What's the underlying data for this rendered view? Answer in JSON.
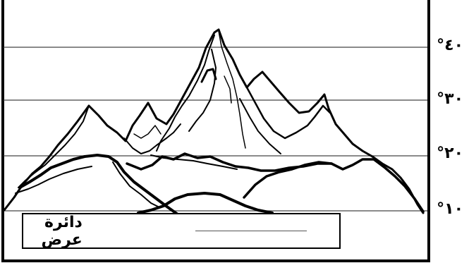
{
  "figure": {
    "label_text": "دائرة عرض",
    "y_labels": [
      {
        "value": 40,
        "text": "٤٠°"
      },
      {
        "value": 30,
        "text": "٣٠°"
      },
      {
        "value": 20,
        "text": "٢٠°"
      },
      {
        "value": 10,
        "text": "١٠°"
      }
    ]
  }
}
